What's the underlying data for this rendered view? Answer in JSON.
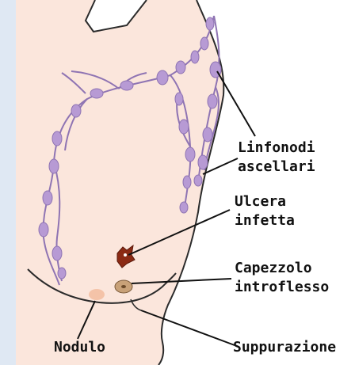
{
  "labels": {
    "linfonodi_line1": "Linfonodi",
    "linfonodi_line2": "ascellari",
    "ulcera_line1": "Ulcera",
    "ulcera_line2": "infetta",
    "capezzolo_line1": "Capezzolo",
    "capezzolo_line2": "introflesso",
    "nodulo": "Nodulo",
    "suppurazione": "Suppurazione"
  },
  "colors": {
    "skin": "#fbe6dc",
    "outline": "#2b2b2b",
    "lymph": "#b79ad4",
    "lymph_stroke": "#8f74b3",
    "ulcer": "#8b2a14",
    "nipple": "#c8a178",
    "nodule": "#f4c3a8",
    "left_strip": "#dfe8f3"
  }
}
